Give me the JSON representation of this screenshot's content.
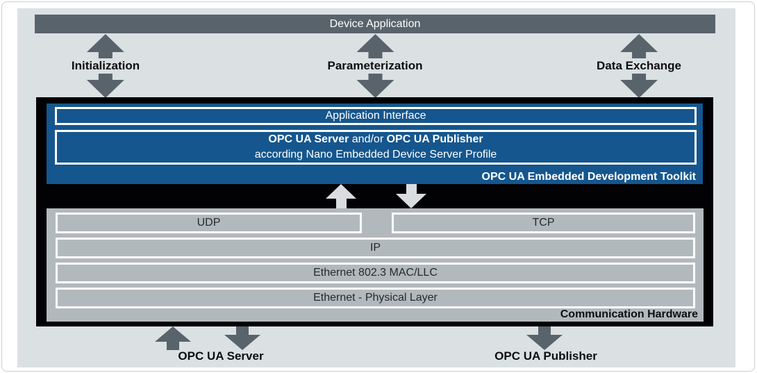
{
  "device_application": "Device Application",
  "app_arrows": [
    {
      "label": "Initialization"
    },
    {
      "label": "Parameterization"
    },
    {
      "label": "Data Exchange"
    }
  ],
  "toolkit": {
    "application_interface": "Application Interface",
    "server_bold": "OPC UA Server",
    "connector": " and/or ",
    "publisher_bold": "OPC UA Publisher",
    "profile": "according Nano Embedded Device Server Profile",
    "label": "OPC UA Embedded Development Toolkit"
  },
  "network": {
    "udp": "UDP",
    "tcp": "TCP",
    "ip": "IP",
    "mac": "Ethernet 802.3 MAC/LLC",
    "phy": "Ethernet - Physical Layer",
    "label": "Communication Hardware"
  },
  "bottom": {
    "server": "OPC UA Server",
    "publisher": "OPC UA Publisher"
  },
  "colors": {
    "accent_blue": "#15568e",
    "dark_gray": "#59636b",
    "panel_gray": "#dbe0e3",
    "comm_gray": "#b2b9bd",
    "light_arrow": "#d9dde0",
    "black": "#020204"
  }
}
